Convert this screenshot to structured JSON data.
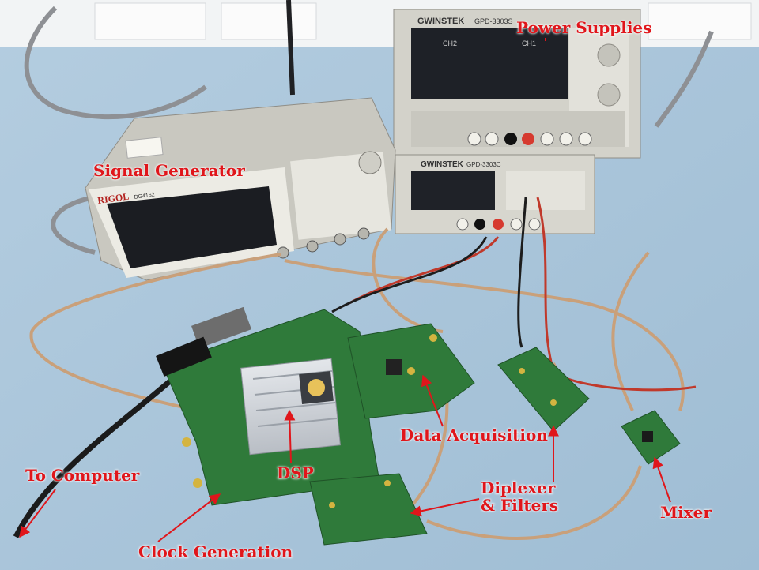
{
  "labels": {
    "power_supplies": "Power Supplies",
    "signal_generator": "Signal Generator",
    "data_acquisition": "Data Acquisition",
    "dsp": "DSP",
    "to_computer": "To Computer",
    "diplexer_filters_line1": "Diplexer",
    "diplexer_filters_line2": "& Filters",
    "mixer": "Mixer",
    "clock_generation": "Clock Generation"
  },
  "device_markings": {
    "signal_generator_brand": "RIGOL",
    "signal_generator_model": "DG4162",
    "power_supply_brand": "GWINSTEK",
    "power_supply_top_model": "GPD-3303S",
    "power_supply_bottom_model": "GPD-3303C",
    "ch2": "CH2",
    "ch1": "CH1"
  },
  "colors": {
    "annotation": "#e0161b",
    "bench": "#a8c4da",
    "pcb": "#2f7a3a",
    "instrument_body": "#dcdbd3",
    "display": "#1a1c22"
  }
}
